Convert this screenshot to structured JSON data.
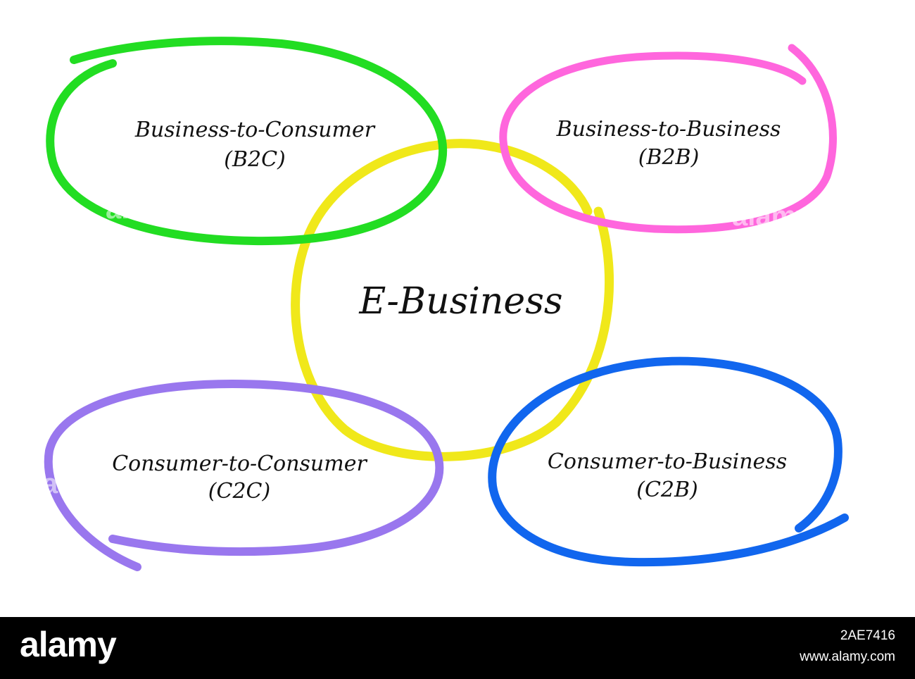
{
  "center": {
    "label": "E-Business",
    "color": "#f0e81a"
  },
  "nodes": [
    {
      "id": "b2c",
      "line1": "Business-to-Consumer",
      "line2": "(B2C)",
      "color": "#22dd22"
    },
    {
      "id": "b2b",
      "line1": "Business-to-Business",
      "line2": "(B2B)",
      "color": "#ff66dd"
    },
    {
      "id": "c2c",
      "line1": "Consumer-to-Consumer",
      "line2": "(C2C)",
      "color": "#9977ee"
    },
    {
      "id": "c2b",
      "line1": "Consumer-to-Business",
      "line2": "(C2B)",
      "color": "#1166ee"
    }
  ],
  "watermark": {
    "text": "alamy"
  },
  "footer": {
    "logo": "alamy",
    "image_id": "2AE7416",
    "url": "www.alamy.com"
  }
}
